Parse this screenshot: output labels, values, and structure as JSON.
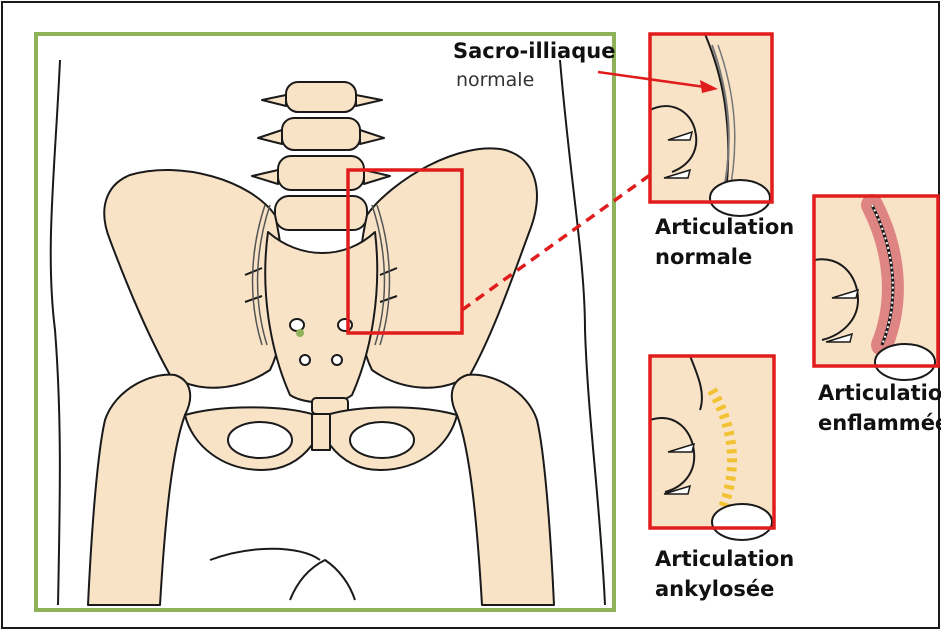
{
  "labels": {
    "sacro_title": "Sacro-illiaque",
    "sacro_sub": "normale",
    "normal_line1": "Articulation",
    "normal_line2": "normale",
    "inflamed_line1": "Articulation",
    "inflamed_line2": "enflammée",
    "ankylosed_line1": "Articulation",
    "ankylosed_line2": "ankylosée"
  },
  "colors": {
    "bone_fill": "#f9e3c7",
    "outline": "#1a1a1a",
    "highlight_frame": "#e01c1c",
    "body_frame": "#8db25a",
    "inflammation": "#c8384a",
    "fusion": "#f1c232"
  }
}
